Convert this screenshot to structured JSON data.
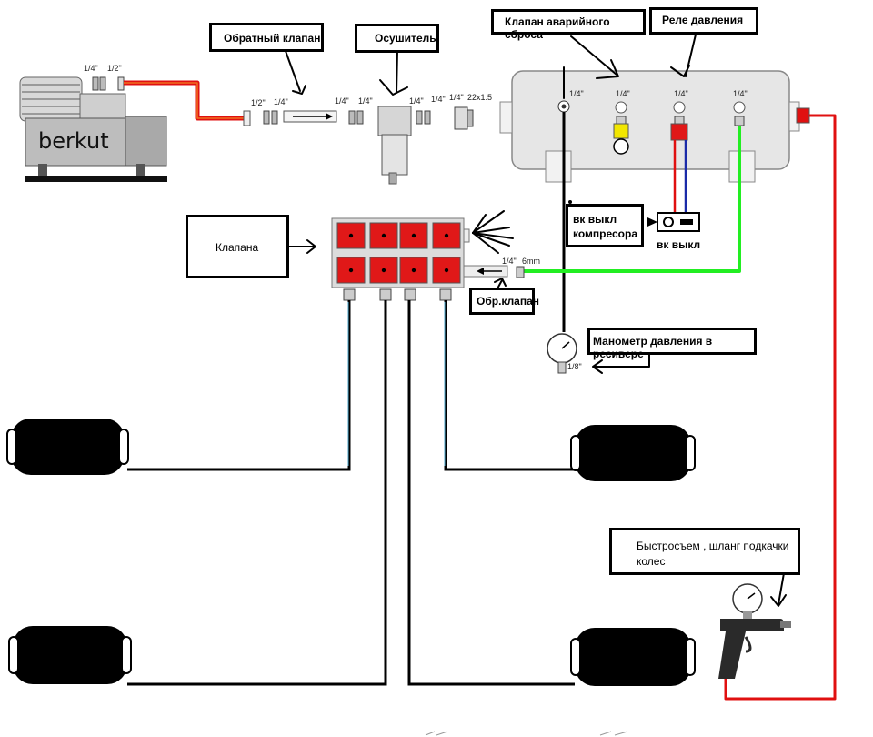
{
  "diagram": {
    "brand": "berkut",
    "callouts": {
      "check_valve": "Обратный клапан",
      "dryer": "Осушитель",
      "emergency_valve": "Клапан аварийного сброса",
      "pressure_relay": "Реле давления",
      "valves": "Клапана",
      "switch_line1": "вк выкл",
      "switch_line2": "компресора",
      "switch_label": "вк выкл",
      "check_valve_short": "Обр.клапан",
      "gauge": "Манометр давления в ресивере",
      "quick_connect_line1": "Быстросъем , шланг подкачки",
      "quick_connect_line2": "колес"
    },
    "fittings": {
      "f1": "1/4\"",
      "f2": "1/2\"",
      "f3": "1/2\"",
      "f4": "1/4\"",
      "f5": "1/4\"",
      "f6": "1/4\"",
      "f7": "1/4\"",
      "f8": "1/4\"",
      "f9": "1/4\"",
      "f10": "22x1.5",
      "t1": "1/4\"",
      "t2": "1/4\"",
      "t3": "1/4\"",
      "t4": "1/4\"",
      "v1": "1/4\"",
      "v2": "6mm",
      "g1": "1/8\""
    },
    "colors": {
      "red_line": "#e01010",
      "green_line": "#22ee22",
      "blue_line": "#1a2aa8",
      "valve_red": "#e01818",
      "tank_gray": "#e6e6e6",
      "relief_yellow": "#f2e600"
    }
  }
}
